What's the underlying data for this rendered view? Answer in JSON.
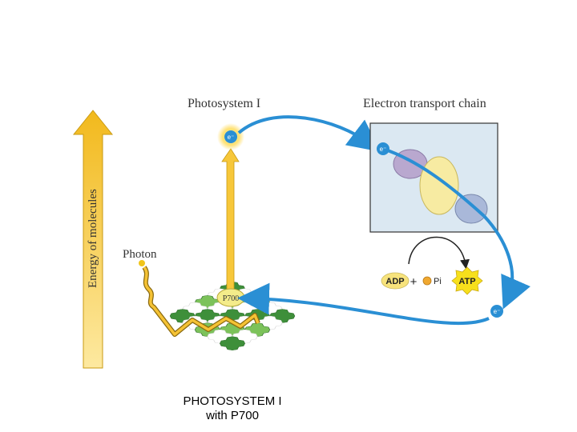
{
  "diagram": {
    "photosystem_label": "Photosystem I",
    "etc_label": "Electron transport chain",
    "energy_axis_label": "Energy of molecules",
    "photon_label": "Photon",
    "reaction_center_label": "P700",
    "electron_symbol": "e⁻",
    "adp_label": "ADP",
    "plus_sign": "+",
    "pi_label": "Pi",
    "atp_label": "ATP"
  },
  "caption": {
    "line1": "PHOTOSYSTEM I",
    "line2": "with P700"
  },
  "colors": {
    "arrow_blue": "#2a8fd4",
    "energy_arrow": "#f5c234",
    "chlorophyll_green_light": "#7cc25a",
    "chlorophyll_green_dark": "#3e8f3a",
    "etc_box": "#dbe8f2"
  }
}
